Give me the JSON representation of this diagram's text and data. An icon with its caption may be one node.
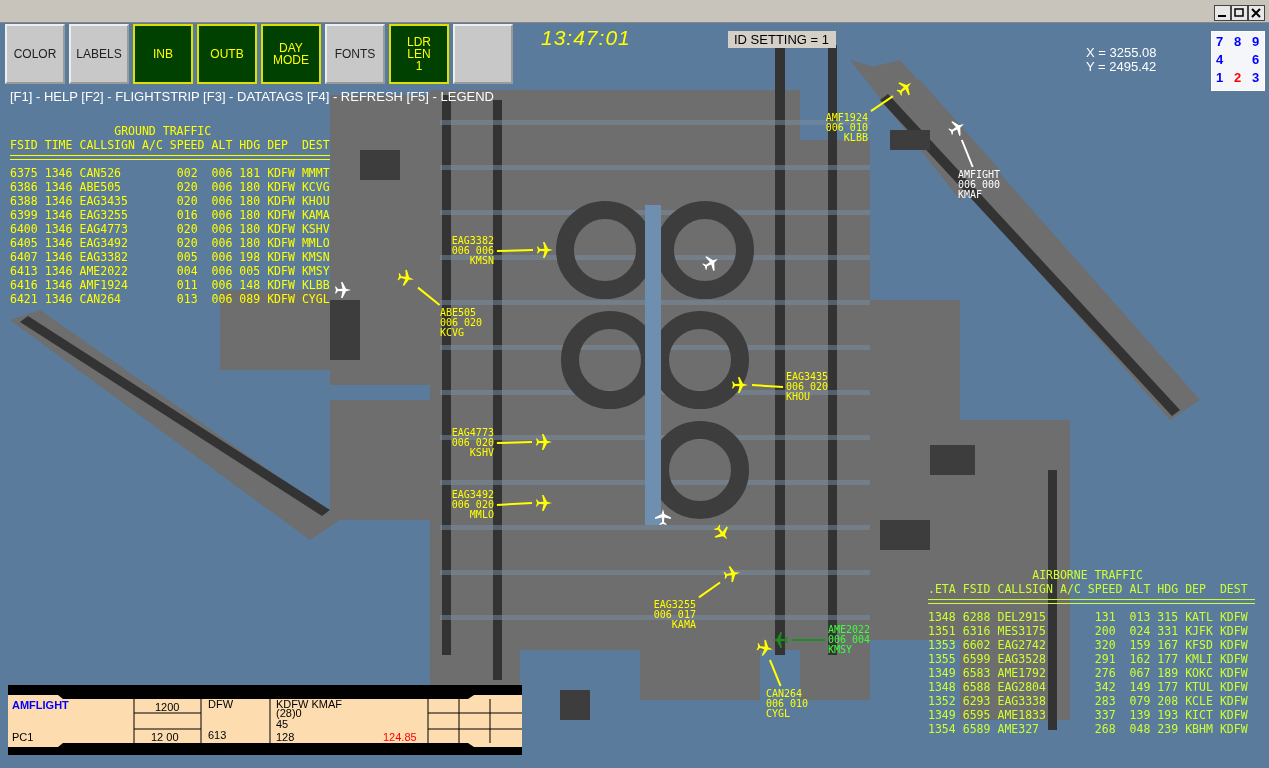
{
  "diagram": {
    "nodes": [
      {
        "text": [
          "AMF1924 006 010 KLBB"
        ]
      },
      {
        "text": [],
        "shape": "picture"
      },
      {
        "text": [
          "AMFIGHT 006 000 KMAF"
        ]
      },
      {
        "text": [],
        "shape": "picture"
      },
      {
        "text": [
          "EAG3382 006 006 KMSN"
        ]
      },
      {
        "text": [],
        "shape": "picture"
      },
      {
        "text": [
          "ABE505 006 020 KCVG"
        ]
      },
      {
        "text": [],
        "shape": "picture"
      },
      {
        "text": [
          "EAG3435 006 020 KHOU"
        ]
      },
      {
        "text": [],
        "shape": "picture"
      },
      {
        "text": [
          "EAG4773 006 020 KSHV"
        ]
      },
      {
        "text": [],
        "shape": "picture"
      },
      {
        "text": [
          "EAG3492 006 020 MMLO"
        ]
      },
      {
        "text": [],
        "shape": "picture"
      },
      {
        "text": [
          "EAG3255 006 017 KAMA"
        ]
      },
      {
        "text": [],
        "shape": "picture"
      },
      {
        "text": [
          "AME2022 006 004 KMSY"
        ]
      },
      {
        "text": [],
        "shape": "picture"
      },
      {
        "text": [
          "CAN264 006 010 CYGL"
        ]
      },
      {
        "text": [],
        "shape": "picture"
      }
    ],
    "edges": [
      {
        "from": 0,
        "to": 1,
        "arrow": "none"
      },
      {
        "from": 2,
        "to": 3,
        "arrow": "none",
        "color": "#ffffff"
      },
      {
        "from": 4,
        "to": 5,
        "arrow": "none"
      },
      {
        "from": 6,
        "to": 7,
        "arrow": "none"
      },
      {
        "from": 8,
        "to": 9,
        "arrow": "none"
      },
      {
        "from": 10,
        "to": 11,
        "arrow": "none"
      },
      {
        "from": 12,
        "to": 13,
        "arrow": "none"
      },
      {
        "from": 14,
        "to": 15,
        "arrow": "none"
      },
      {
        "from": 16,
        "to": 17,
        "arrow": "none",
        "color": "#1e8c1e"
      },
      {
        "from": 18,
        "to": 19,
        "arrow": "none"
      }
    ],
    "labels": [
      "COLOR",
      "LABELS",
      "INB",
      "OUTB",
      "DAY MODE",
      "FONTS",
      "LDR LEN 1",
      "13:47:01",
      "ID SETTING = 1",
      "X = 3255.08",
      "Y = 2495.42",
      "7",
      "8",
      "9",
      "4",
      "6",
      "1",
      "2",
      "3",
      "[F1] - HELP [F2] - FLIGHTSTRIP [F3] - DATATAGS [F4] - REFRESH [F5] - LEGEND",
      "GROUND TRAFFIC",
      "FSID",
      "TIME",
      "CALLSIGN",
      "A/C",
      "SPEED",
      "ALT",
      "HDG",
      "DEP",
      "DEST",
      "6375",
      "1346",
      "CAN526",
      "002",
      "006",
      "181",
      "KDFW",
      "MMMT",
      "6386",
      "1346",
      "ABE505",
      "020",
      "006",
      "180",
      "KDFW",
      "KCVG",
      "6388",
      "1346",
      "EAG3435",
      "020",
      "006",
      "180",
      "KDFW",
      "KHOU",
      "6399",
      "1346",
      "EAG3255",
      "016",
      "006",
      "180",
      "KDFW",
      "KAMA",
      "6400",
      "1346",
      "EAG4773",
      "020",
      "006",
      "180",
      "KDFW",
      "KSHV",
      "6405",
      "1346",
      "EAG3492",
      "020",
      "006",
      "180",
      "KDFW",
      "MMLO",
      "6407",
      "1346",
      "EAG3382",
      "005",
      "006",
      "198",
      "KDFW",
      "KMSN",
      "6413",
      "1346",
      "AME2022",
      "004",
      "006",
      "005",
      "KDFW",
      "KMSY",
      "6416",
      "1346",
      "AMF1924",
      "011",
      "006",
      "148",
      "KDFW",
      "KLBB",
      "6421",
      "1346",
      "CAN264",
      "013",
      "006",
      "089",
      "KDFW",
      "CYGL",
      "AIRBORNE TRAFFIC",
      ".ETA",
      "FSID",
      "CALLSIGN",
      "A/C",
      "SPEED",
      "ALT",
      "HDG",
      "DEP",
      "DEST",
      "1348",
      "6288",
      "DEL2915",
      "131",
      "013",
      "315",
      "KATL",
      "KDFW",
      "1351",
      "6316",
      "MES3175",
      "200",
      "024",
      "331",
      "KJFK",
      "KDFW",
      "1353",
      "6602",
      "EAG2742",
      "320",
      "159",
      "167",
      "KFSD",
      "KDFW",
      "1355",
      "6599",
      "EAG3528",
      "291",
      "162",
      "177",
      "KMLI",
      "KDFW",
      "1349",
      "6583",
      "AME1792",
      "276",
      "067",
      "189",
      "KOKC",
      "KDFW",
      "1348",
      "6588",
      "EAG2804",
      "342",
      "149",
      "177",
      "KTUL",
      "KDFW",
      "1352",
      "6293",
      "EAG3338",
      "283",
      "079",
      "208",
      "KCLE",
      "KDFW",
      "1349",
      "6595",
      "AME1833",
      "337",
      "139",
      "193",
      "KICT",
      "KDFW",
      "1354",
      "6589",
      "AME327",
      "268",
      "048",
      "239",
      "KBHM",
      "KDFW",
      "AMFLIGHT",
      "1200",
      "DFW",
      "KDFW KMAF",
      "(28)0",
      "45",
      "PC1",
      "12 00",
      "613",
      "128",
      "124.85"
    ]
  }
}
